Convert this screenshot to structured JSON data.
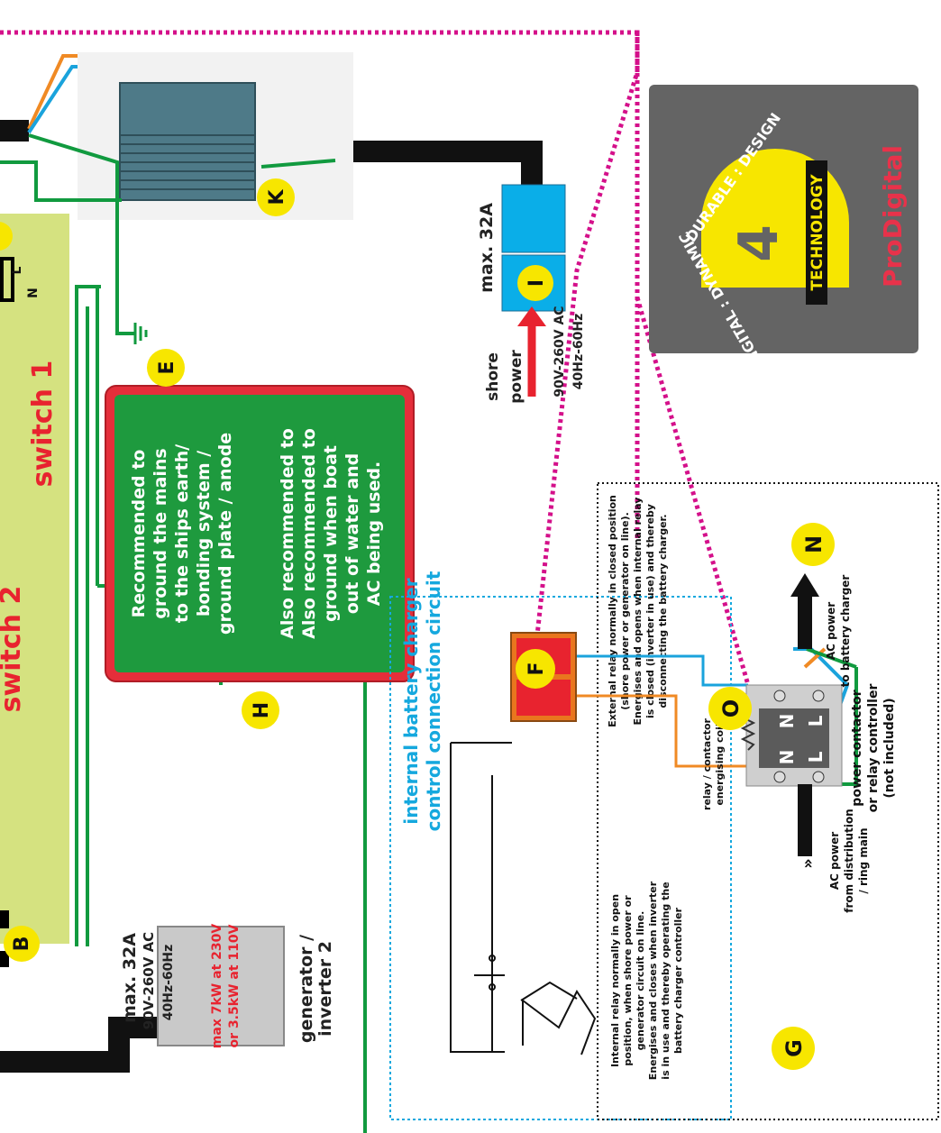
{
  "labels": {
    "switch1": "switch 1",
    "switch2": "switch 2",
    "b": "B",
    "e": "E",
    "f": "F",
    "g": "G",
    "h": "H",
    "i": "I",
    "k": "K",
    "n": "N",
    "o": "O",
    "l_mark": "L",
    "n_mark": "N"
  },
  "ground_note": {
    "para1": [
      "Recommended to",
      "ground the mains",
      "to the ships earth/",
      "bonding system /",
      "ground plate / anode"
    ],
    "para2": [
      "Also recommended to",
      "ground when boat",
      "out of water and",
      "AC being used."
    ]
  },
  "generator": {
    "rating_1": "max. 32A",
    "rating_2": "90V-260V AC",
    "rating_3": "40Hz-60Hz",
    "power_1": "max 7kW at 230V",
    "power_2": "or 3.5kW at 110V",
    "label_1": "generator /",
    "label_2": "inverter 2"
  },
  "shore": {
    "rating": "max. 32A",
    "label_1": "shore",
    "label_2": "power",
    "spec_1": "90V-260V AC",
    "spec_2": "40Hz-60Hz"
  },
  "charger_circuit": {
    "title_1": "internal battery charger",
    "title_2": "control connection circuit",
    "note": [
      "Internal relay normally in open",
      "position, when shore power or",
      "generator circuit on line.",
      "Energises and closes when inverter",
      "is in use and thereby operating the",
      "battery charger controller"
    ]
  },
  "external_relay": {
    "note": [
      "External relay normally in closed position",
      "(shore power or generator on line).",
      "Energises and opens when internal relay",
      "is closed (inverter in use) and thereby",
      "disconnecting the battery charger."
    ]
  },
  "contactor": {
    "coil_1": "relay / contactor",
    "coil_2": "energising coil",
    "label_1": "power contactor",
    "label_2": "or relay controller",
    "label_3": "(not included)",
    "ac_out_1": "AC power",
    "ac_out_2": "to battery charger",
    "ac_in_1": "AC power",
    "ac_in_2": "from distribution",
    "ac_in_3": "/ ring main"
  },
  "logo": {
    "top_arc": "DURABLE : DESIGN",
    "bottom_arc": "DIGITAL : DYNAMIC",
    "tech": "TECHNOLOGY",
    "brand": "ProDigital",
    "big_letter": "D",
    "number": "4"
  },
  "colors": {
    "green": "#119a3f",
    "red_box": "#e52e3a",
    "yellow": "#f7e600",
    "switch_panel": "#d5e280",
    "blue_wire": "#1aa3dc",
    "orange_wire": "#f08a24",
    "magenta": "#d4108a",
    "logo_bg": "#646464",
    "logo_red": "#e8324a"
  }
}
